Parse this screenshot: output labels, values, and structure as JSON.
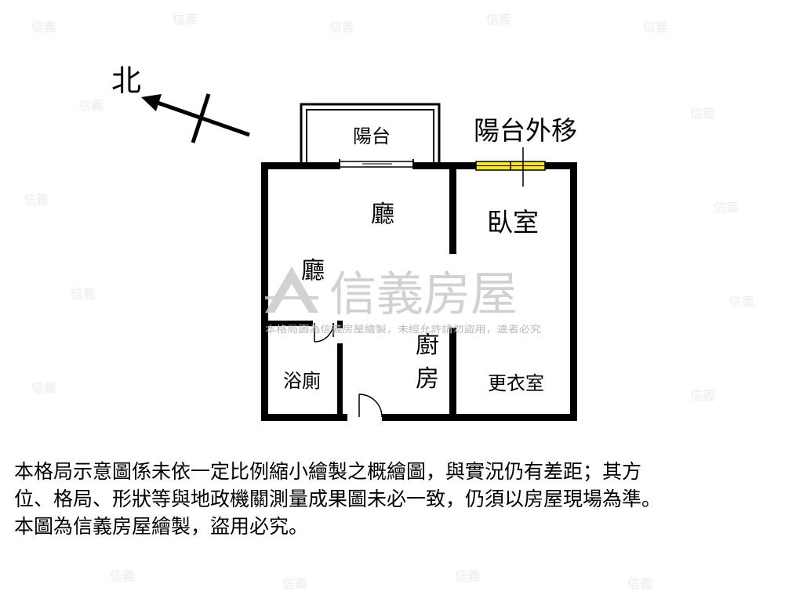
{
  "compass": {
    "label": "北"
  },
  "rooms": {
    "balcony": "陽台",
    "living_top": "廳",
    "living_left": "廳",
    "bedroom": "臥室",
    "bathroom": "浴廁",
    "kitchen_line1": "廚",
    "kitchen_line2": "房",
    "closet": "更衣室"
  },
  "annotation": {
    "balcony_moved": "陽台外移"
  },
  "watermark": {
    "brand": "信義房屋",
    "notice": "本格局圖為信義房屋繪製，未經允許請勿盜用，違者必究"
  },
  "disclaimer": {
    "line1": "本格局示意圖係未依一定比例縮小繪製之概繪圖，與實況仍有差距；其方",
    "line2": "位、格局、形狀等與地政機關測量成果圖未必一致，仍須以房屋現場為準。",
    "line3": "本圖為信義房屋繪製，盜用必究。"
  },
  "colors": {
    "wall": "#000000",
    "highlight_fill": "#f5e430",
    "watermark": "#c9c9c9"
  }
}
